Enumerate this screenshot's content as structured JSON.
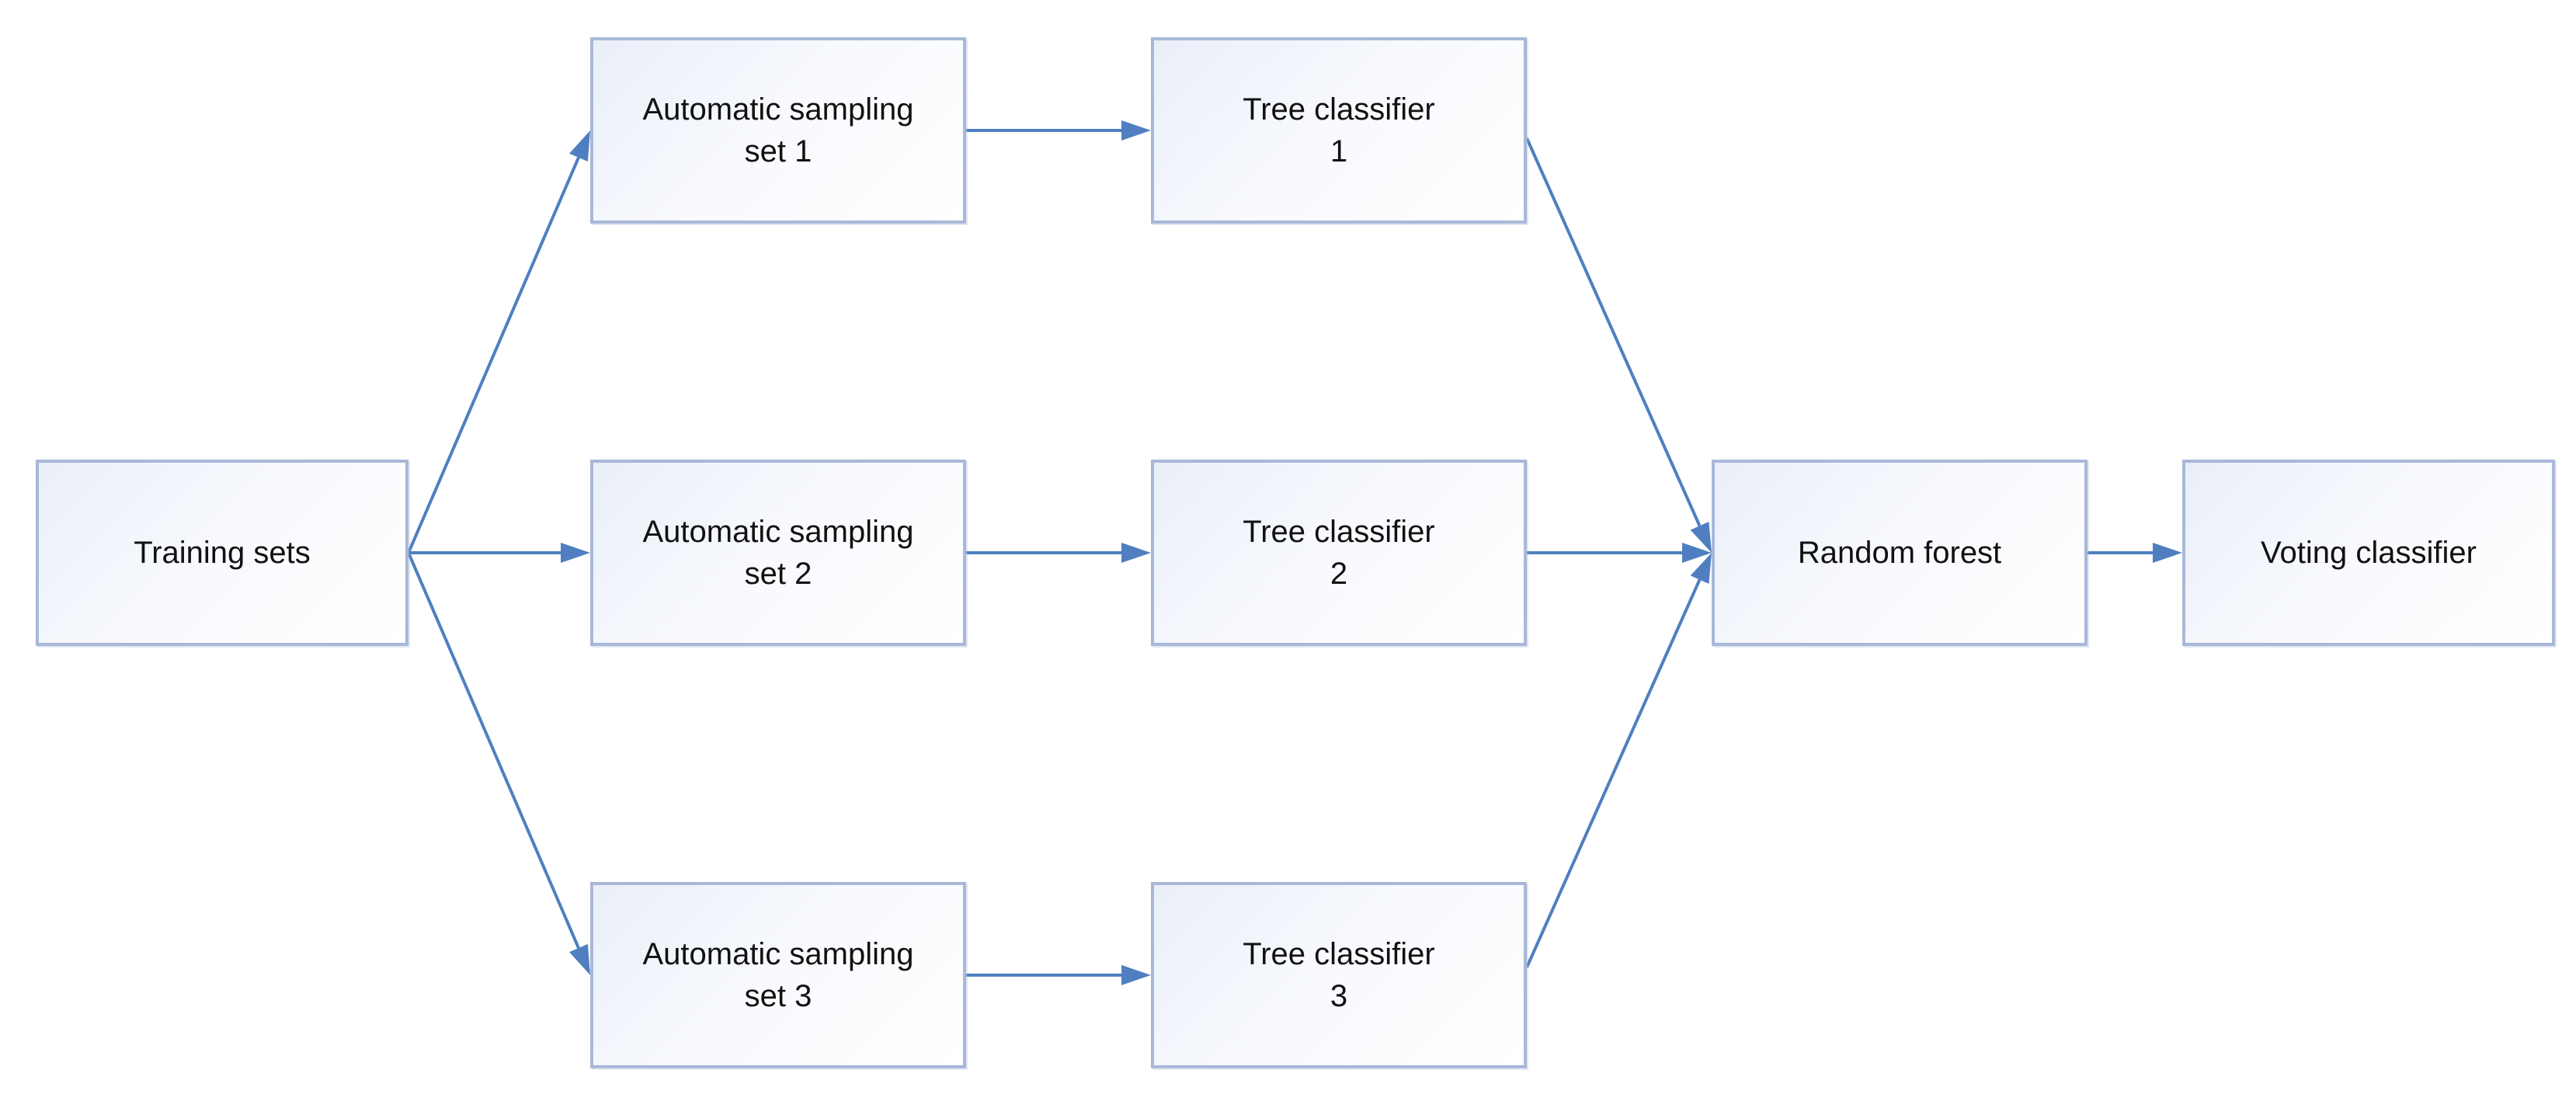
{
  "diagram": {
    "nodes": [
      {
        "id": "training",
        "lines": [
          "Training sets"
        ]
      },
      {
        "id": "sampling1",
        "lines": [
          "Automatic sampling",
          "set 1"
        ]
      },
      {
        "id": "sampling2",
        "lines": [
          "Automatic sampling",
          "set 2"
        ]
      },
      {
        "id": "sampling3",
        "lines": [
          "Automatic sampling",
          "set 3"
        ]
      },
      {
        "id": "tree1",
        "lines": [
          "Tree classifier",
          "1"
        ]
      },
      {
        "id": "tree2",
        "lines": [
          "Tree classifier",
          "2"
        ]
      },
      {
        "id": "tree3",
        "lines": [
          "Tree classifier",
          "3"
        ]
      },
      {
        "id": "forest",
        "lines": [
          "Random forest"
        ]
      },
      {
        "id": "voting",
        "lines": [
          "Voting classifier"
        ]
      }
    ],
    "edges": [
      {
        "from": "training",
        "to": "sampling1"
      },
      {
        "from": "training",
        "to": "sampling2"
      },
      {
        "from": "training",
        "to": "sampling3"
      },
      {
        "from": "sampling1",
        "to": "tree1"
      },
      {
        "from": "sampling2",
        "to": "tree2"
      },
      {
        "from": "sampling3",
        "to": "tree3"
      },
      {
        "from": "tree1",
        "to": "forest"
      },
      {
        "from": "tree2",
        "to": "forest"
      },
      {
        "from": "tree3",
        "to": "forest"
      },
      {
        "from": "forest",
        "to": "voting"
      }
    ],
    "colors": {
      "edge": "#4f7fc0",
      "node_border": "#a9b8d8",
      "node_fill": "#eef2fa",
      "text": "#111111"
    }
  }
}
